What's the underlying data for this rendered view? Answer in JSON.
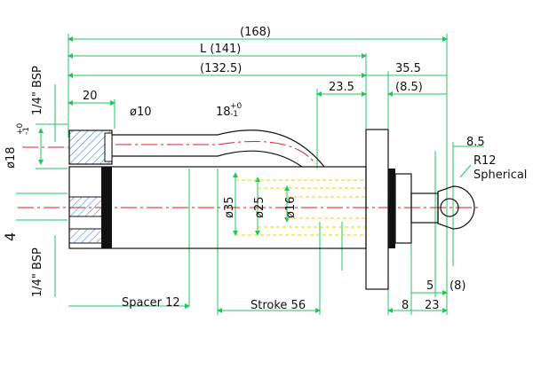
{
  "diagram": {
    "dims": {
      "overall": "(168)",
      "length": "L (141)",
      "body": "(132.5)",
      "flange_offset": "35.5",
      "flange_thk": "(8.5)",
      "port_to_flange": "23.5",
      "port_len": "20",
      "pipe_dia": "ø10",
      "port_dia": "ø18",
      "tol": "+0",
      "tol_neg": "-1",
      "bend_len": "18",
      "bore": "ø35",
      "rod": "ø25",
      "inner": "ø16",
      "eye_w": "8.5",
      "eye_r": "R12",
      "eye_type": "Spherical",
      "spacer": "Spacer 12",
      "stroke": "Stroke 56",
      "base_8": "8",
      "base_23": "23",
      "base_5": "5",
      "base_8p": "(8)",
      "port_top": "1/4\" BSP",
      "port_bottom": "1/4\" BSP",
      "left_num": "4"
    }
  }
}
